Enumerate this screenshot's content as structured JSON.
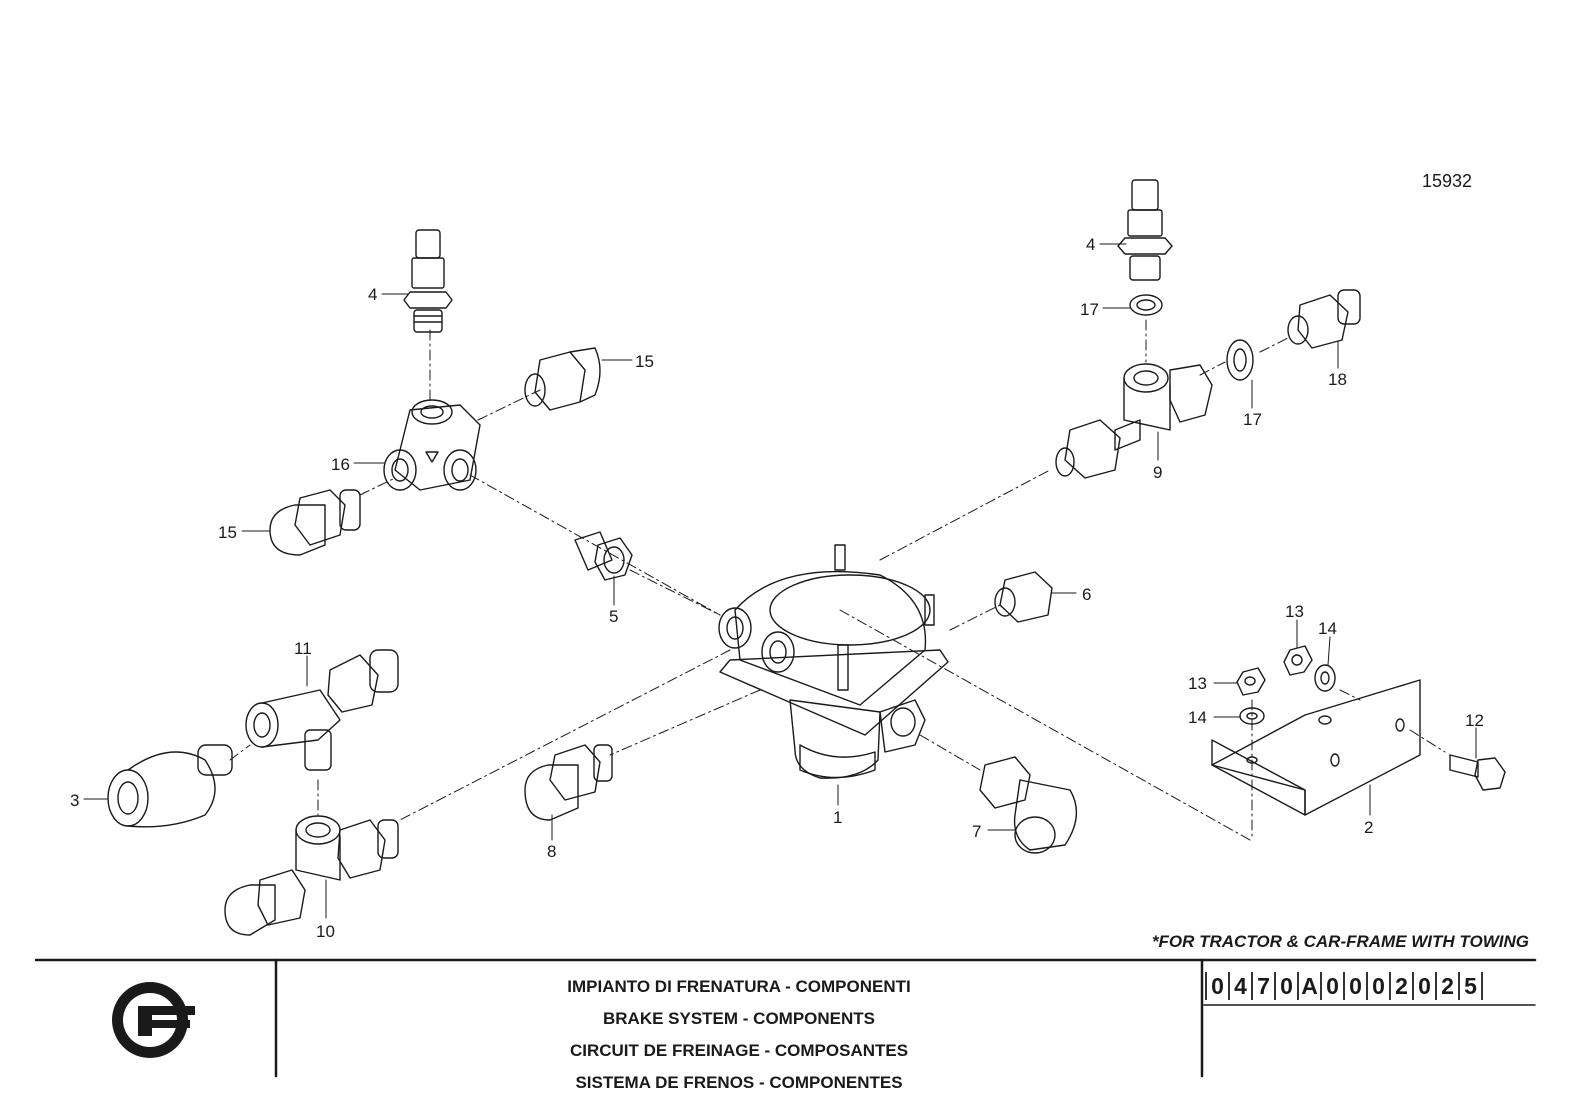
{
  "figure_number": "15932",
  "note": "*FOR TRACTOR & CAR-FRAME WITH TOWING",
  "titles": [
    "IMPIANTO DI FRENATURA - COMPONENTI",
    "BRAKE SYSTEM - COMPONENTS",
    "CIRCUIT DE FREINAGE - COMPOSANTES",
    "SISTEMA DE FRENOS - COMPONENTES"
  ],
  "drawing_code": [
    "0",
    "4",
    "7",
    "0",
    "A",
    "0",
    "0",
    "0",
    "2",
    "0",
    "2",
    "5"
  ],
  "callouts": {
    "c4a": "4",
    "c15a": "15",
    "c16": "16",
    "c15b": "15",
    "c4b": "4",
    "c17a": "17",
    "c18": "18",
    "c17b": "17",
    "c9": "9",
    "c5": "5",
    "c6": "6",
    "c11": "11",
    "c3": "3",
    "c10": "10",
    "c8": "8",
    "c1": "1",
    "c7": "7",
    "c13a": "13",
    "c14a": "14",
    "c13b": "13",
    "c14b": "14",
    "c12": "12",
    "c2": "2"
  },
  "logo": "brand-logo-icon"
}
